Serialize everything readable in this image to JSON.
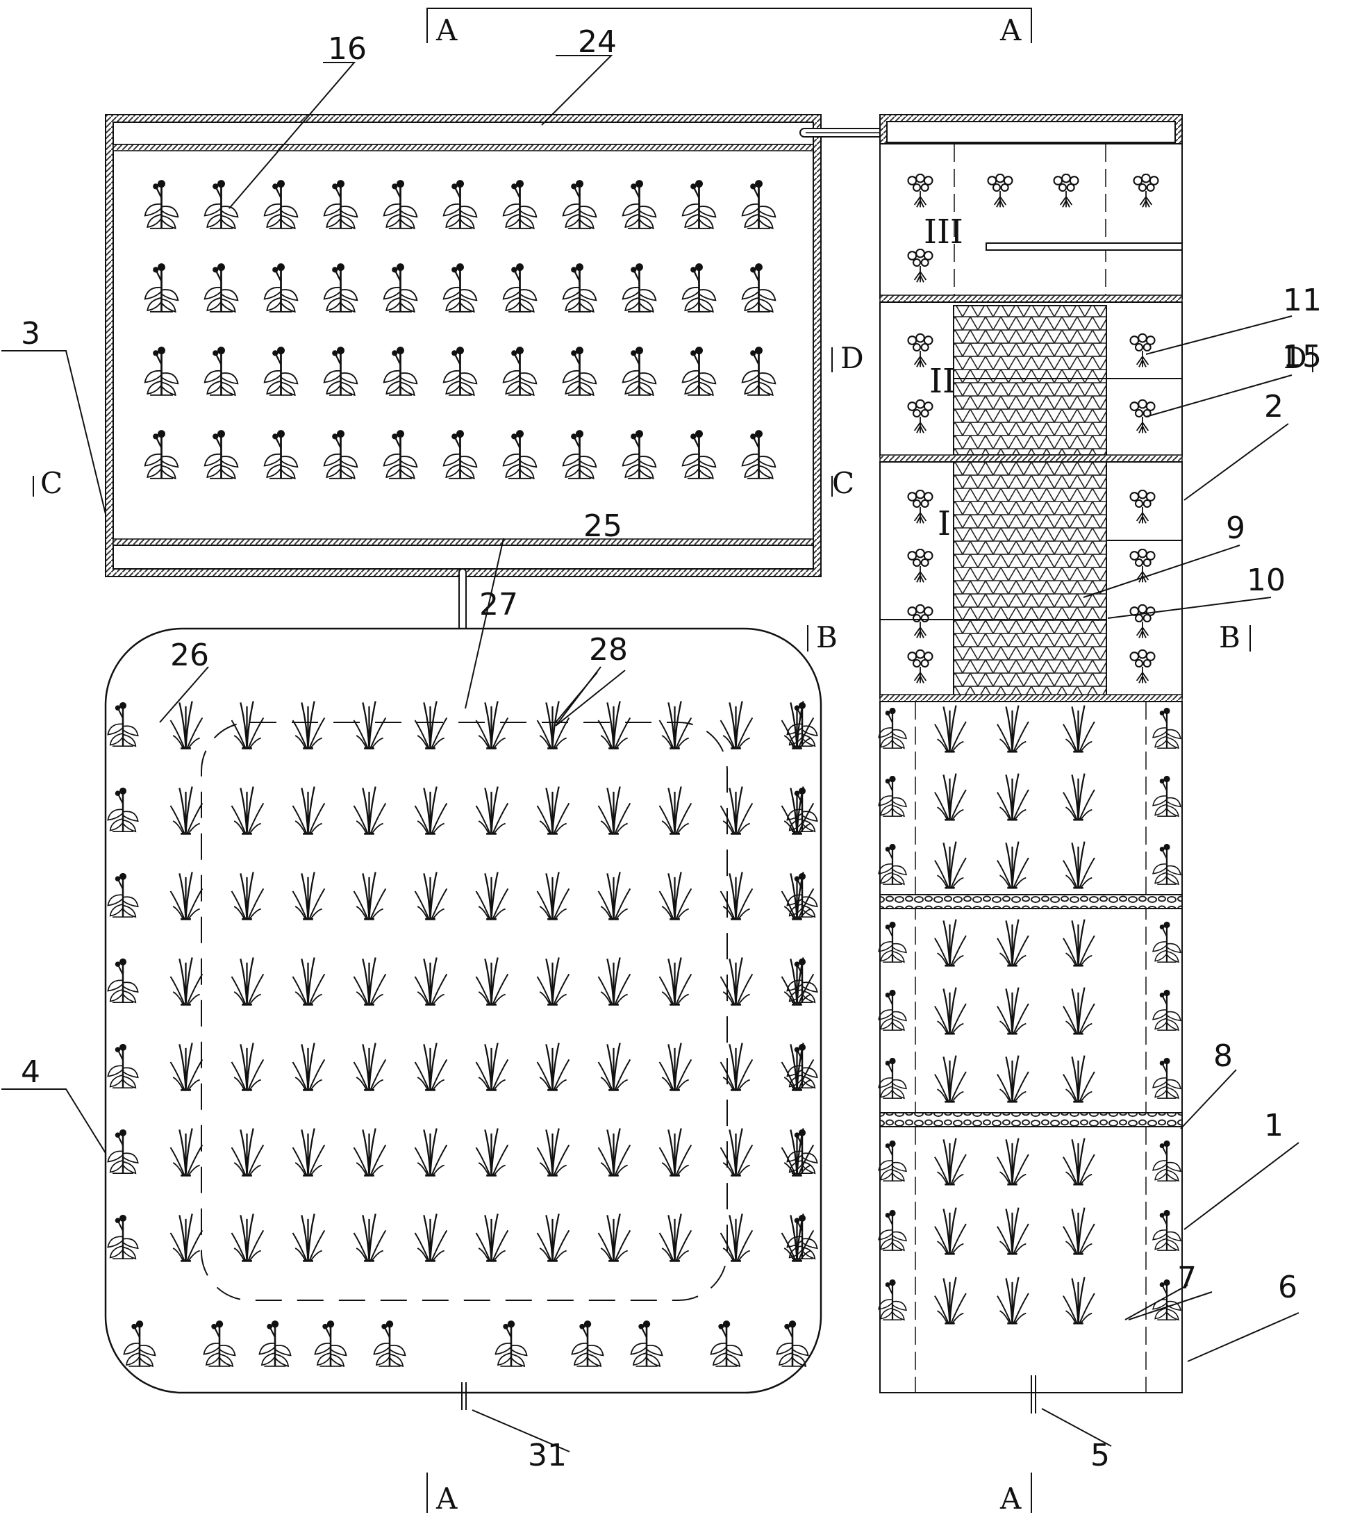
{
  "figure": {
    "part_labels": {
      "n1": "1",
      "n2": "2",
      "n3": "3",
      "n4": "4",
      "n5": "5",
      "n6": "6",
      "n7": "7",
      "n8": "8",
      "n9": "9",
      "n10": "10",
      "n11": "11",
      "n15": "15",
      "n16": "16",
      "n24": "24",
      "n25": "25",
      "n26": "26",
      "n27": "27",
      "n28": "28",
      "n31": "31"
    },
    "section_marks": {
      "A": "A",
      "B": "B",
      "C": "C",
      "D": "D"
    },
    "stage_labels": {
      "stage1": "I",
      "stage2": "II",
      "stage3": "III"
    }
  },
  "icons": {
    "flower_plant": "flower-plant-icon",
    "reed_plant": "reed-plant-icon",
    "small_flower": "small-flower-plant-icon"
  },
  "colors": {
    "line": "#1a1a1a",
    "hatch": "#555555",
    "background": "#ffffff"
  }
}
